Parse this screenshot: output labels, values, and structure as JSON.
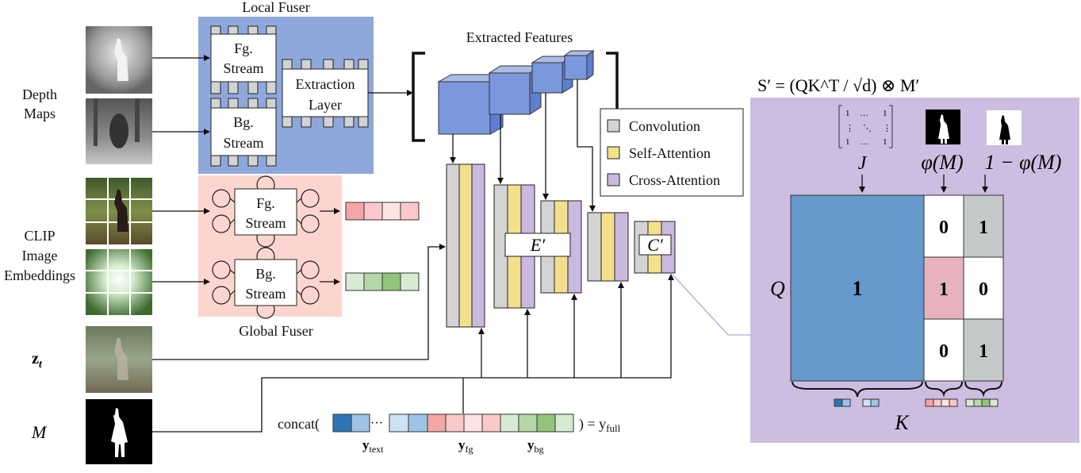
{
  "inputs": {
    "depth_maps_label": [
      "Depth",
      "Maps"
    ],
    "clip_label": [
      "CLIP",
      "Image",
      "Embeddings"
    ],
    "zt_label": "z",
    "zt_sub": "t",
    "mask_label": "M"
  },
  "local_fuser": {
    "title": "Local Fuser",
    "fg_stream": [
      "Fg.",
      "Stream"
    ],
    "bg_stream": [
      "Bg.",
      "Stream"
    ],
    "extraction_layer": [
      "Extraction",
      "Layer"
    ],
    "color": "#8fa8dc"
  },
  "global_fuser": {
    "title": "Global Fuser",
    "fg_stream": [
      "Fg.",
      "Stream"
    ],
    "bg_stream": [
      "Bg.",
      "Stream"
    ],
    "color": "#fcd5ce"
  },
  "extracted_features": {
    "title": "Extracted Features"
  },
  "legend": {
    "items": [
      {
        "label": "Convolution",
        "color": "#d3d3d3"
      },
      {
        "label": "Self-Attention",
        "color": "#f4e08a"
      },
      {
        "label": "Cross-Attention",
        "color": "#c9b8e0"
      }
    ]
  },
  "unet": {
    "e_label": "E′",
    "c_label": "C′"
  },
  "concat": {
    "prefix": "concat(",
    "dots": "···",
    "suffix": ") = y",
    "suffix_sub": "full",
    "y_text": "y",
    "y_text_sub": "text",
    "y_fg": "y",
    "y_fg_sub": "fg",
    "y_bg": "y",
    "y_bg_sub": "bg",
    "text_colors": [
      "#2e75b6",
      "#9dc3e6",
      "#cfe2f3",
      "#9dc3e6"
    ],
    "fg_colors": [
      "#f4a6a6",
      "#f9c9c9",
      "#fde3e3",
      "#f9c9c9"
    ],
    "bg_colors": [
      "#d8ead2",
      "#b6d7a8",
      "#93c47d",
      "#d8ead2"
    ]
  },
  "attention_panel": {
    "formula": "S′ = (QK^T / √d) ⊗ M′",
    "panel_color": "#cdbde0",
    "J_label": "J",
    "J_matrix": [
      [
        "1",
        "…",
        "1"
      ],
      [
        "⋮",
        "⋱",
        "⋮"
      ],
      [
        "1",
        "…",
        "1"
      ]
    ],
    "phi_label": "φ(M)",
    "one_minus_phi_label": "1 − φ(M)",
    "Q_label": "Q",
    "K_label": "K",
    "big_value": "1",
    "big_color": "#6699cc",
    "phi_column": [
      "0",
      "1",
      "0"
    ],
    "one_minus_column": [
      "1",
      "0",
      "1"
    ],
    "pink": "#e6b3bd",
    "gray": "#c5c9c7"
  }
}
